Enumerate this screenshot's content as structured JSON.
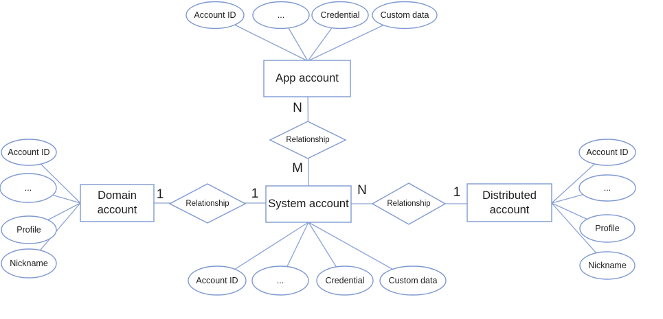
{
  "diagram": {
    "type": "er-diagram",
    "colors": {
      "line": "#7e99d1",
      "shape_fill": "#ffffff",
      "text": "#1c1c1c"
    },
    "entities": {
      "app": "App account",
      "system": "System account",
      "domain": "Domain account",
      "distributed": "Distributed account"
    },
    "relationships": {
      "app_system": "Relationship",
      "domain_system": "Relationship",
      "system_distributed": "Relationship"
    },
    "cardinalities": {
      "app_n": "N",
      "system_m": "M",
      "domain_one": "1",
      "system_left_one": "1",
      "system_right_n": "N",
      "distributed_one": "1"
    },
    "attributes": {
      "app": [
        "Account ID",
        "...",
        "Credential",
        "Custom data"
      ],
      "system": [
        "Account ID",
        "...",
        "Credential",
        "Custom data"
      ],
      "domain": [
        "Account ID",
        "...",
        "Profile",
        "Nickname"
      ],
      "distributed": [
        "Account ID",
        "...",
        "Profile",
        "Nickname"
      ]
    }
  }
}
